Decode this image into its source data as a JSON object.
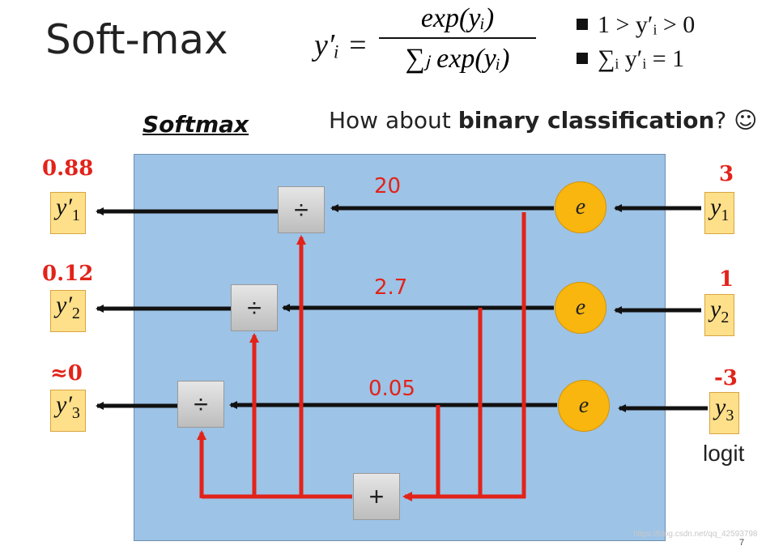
{
  "title": "Soft-max",
  "formula": {
    "lhs": "y′ᵢ =",
    "numerator": "exp(yᵢ)",
    "denominator": "∑ⱼ exp(yᵢ)"
  },
  "properties": [
    "1 > y′ᵢ > 0",
    "∑ᵢ y′ᵢ = 1"
  ],
  "diagram_label": "Softmax",
  "question": {
    "prefix": "How about ",
    "bold": "binary classification",
    "suffix": "? ☺"
  },
  "inputs": [
    {
      "label": "y",
      "sub": "1",
      "value": "3"
    },
    {
      "label": "y",
      "sub": "2",
      "value": "1"
    },
    {
      "label": "y",
      "sub": "3",
      "value": "-3"
    }
  ],
  "exp_symbol": "e",
  "exp_values": [
    "20",
    "2.7",
    "0.05"
  ],
  "divide_symbol": "÷",
  "sum_symbol": "+",
  "outputs": [
    {
      "label": "y′",
      "sub": "1",
      "value": "0.88"
    },
    {
      "label": "y′",
      "sub": "2",
      "value": "0.12"
    },
    {
      "label": "y′",
      "sub": "3",
      "value": "≈0"
    }
  ],
  "logit_label": "logit",
  "watermark": "https://blog.csdn.net/qq_42593798",
  "page_number": "7",
  "colors": {
    "panel": "#9dc3e6",
    "red": "#e2231a",
    "orange": "#f9b60f",
    "ybox": "#ffe08a"
  }
}
